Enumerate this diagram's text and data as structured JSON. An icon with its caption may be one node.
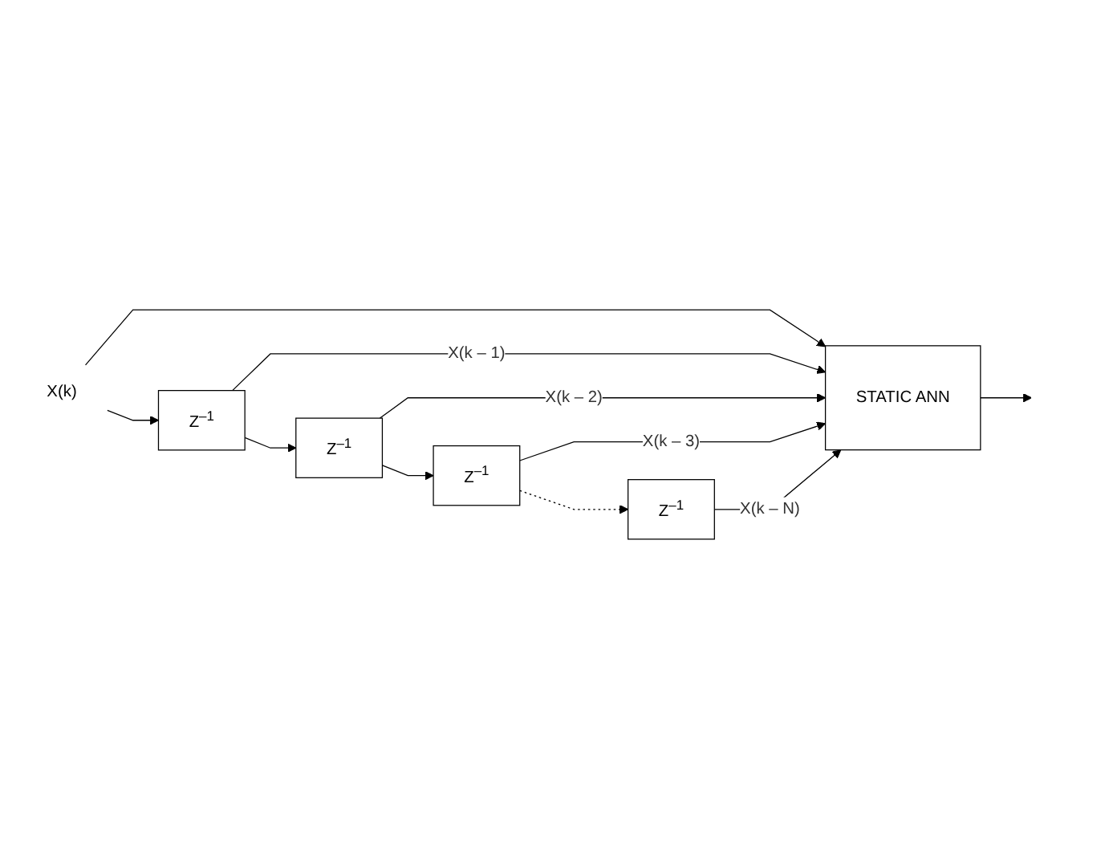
{
  "diagram": {
    "nodes": [
      {
        "text": [
          "X(k)"
        ]
      },
      {
        "text": [
          "Z$^{–1}$"
        ]
      },
      {
        "text": [
          "Z$^{–1}$"
        ]
      },
      {
        "text": [
          "Z$^{–1}$"
        ]
      },
      {
        "text": [
          "Z$^{–1}$"
        ]
      },
      {
        "text": [
          "STATIC ANN"
        ]
      }
    ],
    "edges": [
      {
        "from": 0,
        "to": 5,
        "arrow": "to"
      },
      {
        "from": 0,
        "to": 1,
        "arrow": "to"
      },
      {
        "from": 1,
        "to": 5,
        "arrow": "to",
        "label": "X(k – 1)"
      },
      {
        "from": 1,
        "to": 2,
        "arrow": "to"
      },
      {
        "from": 2,
        "to": 5,
        "arrow": "to",
        "label": "X(k – 2)"
      },
      {
        "from": 2,
        "to": 3,
        "arrow": "to"
      },
      {
        "from": 3,
        "to": 5,
        "arrow": "to",
        "label": "X(k – 3)"
      },
      {
        "from": 3,
        "to": 4,
        "arrow": "to",
        "style": "dashed"
      },
      {
        "from": 4,
        "to": 5,
        "arrow": "to",
        "label": "X(k – N)"
      },
      {
        "from": 5,
        "to": null,
        "arrow": "to"
      }
    ]
  }
}
